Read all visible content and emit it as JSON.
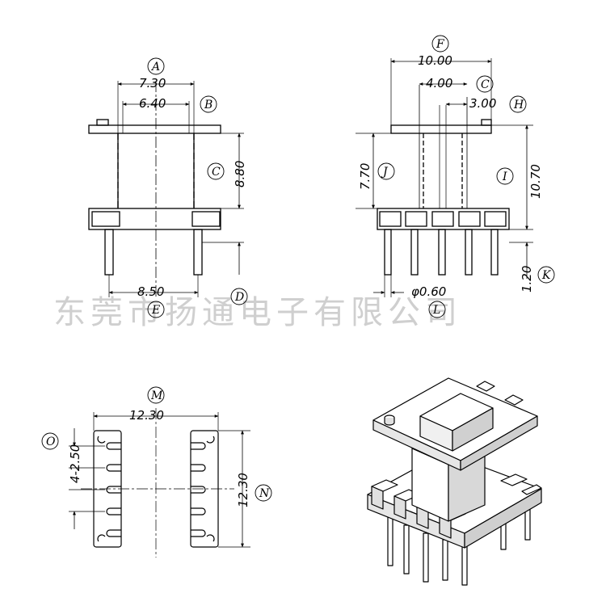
{
  "watermark": "东莞市扬通电子有限公司",
  "front_view": {
    "dims": {
      "top_width": "7.30",
      "inner_width": "6.40",
      "height": "8.80",
      "pin_span": "8.50"
    },
    "labels": {
      "A": "A",
      "B": "B",
      "C": "C",
      "D": "D",
      "E": "E"
    }
  },
  "side_view": {
    "dims": {
      "top_width": "10.00",
      "mid_width": "4.00",
      "small_width": "3.00",
      "left_height": "7.70",
      "right_height": "10.70",
      "pin_diameter": "φ0.60",
      "pin_length": "1.20"
    },
    "labels": {
      "F": "F",
      "G": "C",
      "H": "H",
      "I": "I",
      "J": "J",
      "K": "K",
      "L": "L"
    }
  },
  "bottom_view": {
    "dims": {
      "width": "12.30",
      "pitch": "4-2.50",
      "height": "12.30"
    },
    "labels": {
      "M": "M",
      "N": "N",
      "O": "O"
    }
  }
}
